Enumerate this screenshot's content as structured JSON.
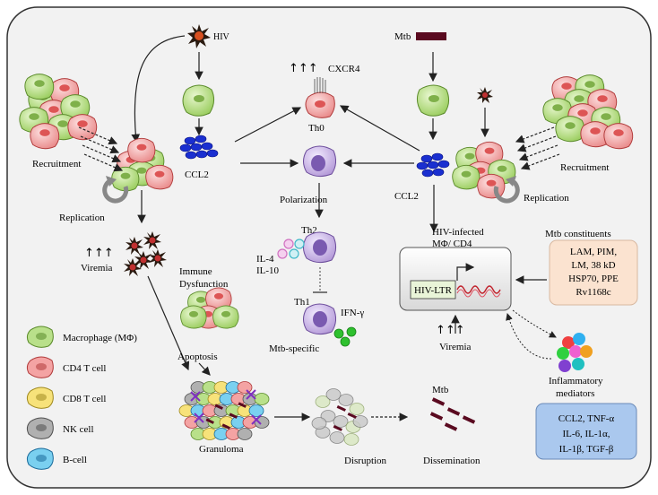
{
  "labels": {
    "hiv": "HIV",
    "mtb_top": "Mtb",
    "cxcr4": "CXCR4",
    "cxcr4_arrows": "↑↑↑",
    "th0": "Th0",
    "polarization": "Polarization",
    "th2": "Th2",
    "il4": "IL-4",
    "il10": "IL-10",
    "th1": "Th1",
    "ifn": "IFN-γ",
    "mtb_specific": "Mtb-specific",
    "ccl2_left": "CCL2",
    "ccl2_right": "CCL2",
    "recruitment_left": "Recruitment",
    "recruitment_right": "Recruitment",
    "replication_left": "Replication",
    "replication_right": "Replication",
    "viremia_left": "Viremia",
    "viremia_left_arrows": "↑↑↑",
    "immune_dysfunction_1": "Immune",
    "immune_dysfunction_2": "Dysfunction",
    "apoptosis": "Apoptosis",
    "granuloma": "Granuloma",
    "disruption": "Disruption",
    "mtb_bottom": "Mtb",
    "dissemination": "Dissemination",
    "hiv_infected_1": "HIV-infected",
    "hiv_infected_2": "MΦ/ CD4",
    "hiv_ltr": "HIV-LTR",
    "viremia_right": "Viremia",
    "viremia_right_arrows": "↑↑↑",
    "mtb_constituents": "Mtb constituents",
    "inflammatory_1": "Inflammatory",
    "inflammatory_2": "mediators"
  },
  "constituents_lines": [
    "LAM, PIM,",
    "LM, 38 kD",
    "HSP70, PPE",
    "Rv1168c"
  ],
  "mediators_lines": [
    "CCL2, TNF-α",
    "IL-6, IL-1α,",
    "IL-1β, TGF-β"
  ],
  "legend": [
    {
      "label": "Macrophage (MΦ)",
      "fill": "#b9e08a",
      "stroke": "#5a8a2a"
    },
    {
      "label": "CD4 T cell",
      "fill": "#f4a3a3",
      "stroke": "#b03a3a"
    },
    {
      "label": "CD8 T cell",
      "fill": "#f7e27a",
      "stroke": "#a08a20"
    },
    {
      "label": "NK cell",
      "fill": "#b0b0b0",
      "stroke": "#505050"
    },
    {
      "label": "B-cell",
      "fill": "#7ad0f0",
      "stroke": "#1a6a9a"
    }
  ],
  "colors": {
    "panel_bg": "#f2f2f2",
    "macrophage": "#b9e08a",
    "cd4": "#f4a3a3",
    "ccl2": "#1a2fd0",
    "th_cell": "#c8b5e8",
    "mtb_bar": "#5a0a20",
    "constituents_box": "#fbe3d0",
    "mediators_box": "#aac8ee"
  }
}
